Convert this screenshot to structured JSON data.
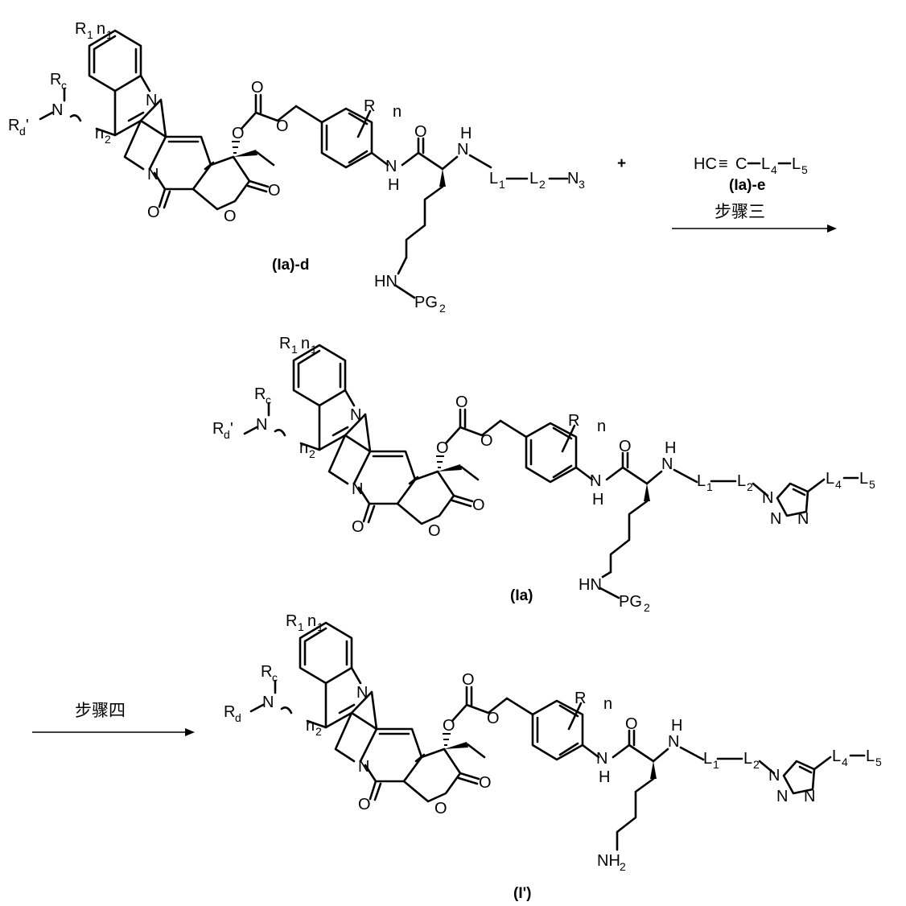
{
  "compounds": {
    "start": {
      "label": "(Ia)-d",
      "pg_label": "PG",
      "pg_sub": "2"
    },
    "reagent": {
      "label": "(Ia)-e",
      "formula_head": "HC",
      "triple": "≡",
      "formula_c": "C",
      "l4": "L",
      "l4_sub": "4",
      "l5": "L",
      "l5_sub": "5"
    },
    "intermediate": {
      "label": "(Ia)"
    },
    "product": {
      "label": "(I')"
    }
  },
  "plus": "+",
  "arrows": [
    {
      "label": "步骤三"
    },
    {
      "label": "步骤四"
    }
  ],
  "atoms": {
    "R": "R",
    "R1": "R",
    "R1_sub": "1",
    "n": "n",
    "n1": "n",
    "n1_sub": "1",
    "n2": "n",
    "n2_sub": "2",
    "N": "N",
    "O": "O",
    "H": "H",
    "HN": "HN",
    "Rc": "R",
    "Rc_sub": "c",
    "Rd": "R",
    "Rd_sub": "d",
    "Rd_prime": "'",
    "L1": "L",
    "L1_sub": "1",
    "L2": "L",
    "L2_sub": "2",
    "L4": "L",
    "L4_sub": "4",
    "L5": "L",
    "L5_sub": "5",
    "N3": "N",
    "N3_sub": "3",
    "NH2": "NH",
    "NH2_sub": "2"
  }
}
